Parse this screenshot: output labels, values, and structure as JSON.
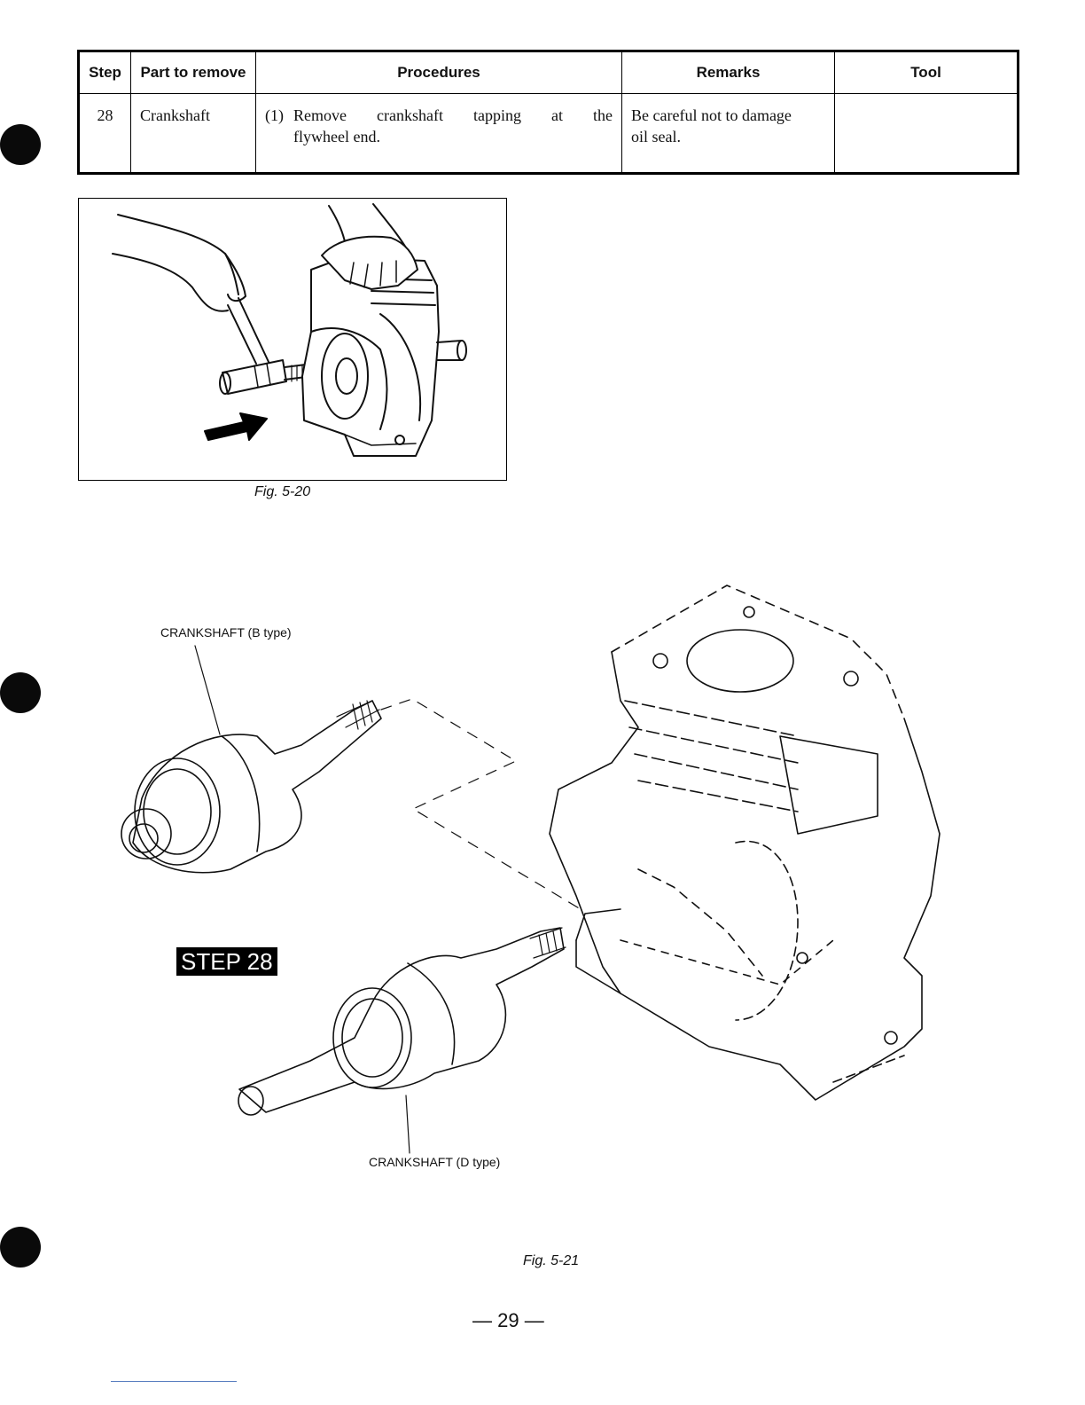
{
  "table": {
    "headers": {
      "step": "Step",
      "part": "Part to remove",
      "procedures": "Procedures",
      "remarks": "Remarks",
      "tool": "Tool"
    },
    "row": {
      "step": "28",
      "part": "Crankshaft",
      "procedure_number": "(1)",
      "procedure_line1": "Remove crankshaft tapping at the",
      "procedure_line2": "flywheel end.",
      "remarks_line1": "Be careful not to damage",
      "remarks_line2": "oil seal.",
      "tool": ""
    }
  },
  "figures": {
    "fig1_caption": "Fig. 5-20",
    "fig2_caption": "Fig. 5-21",
    "label_b": "CRANKSHAFT (B type)",
    "label_d": "CRANKSHAFT (D type)",
    "step_badge": "STEP 28"
  },
  "page_number": "— 29 —"
}
